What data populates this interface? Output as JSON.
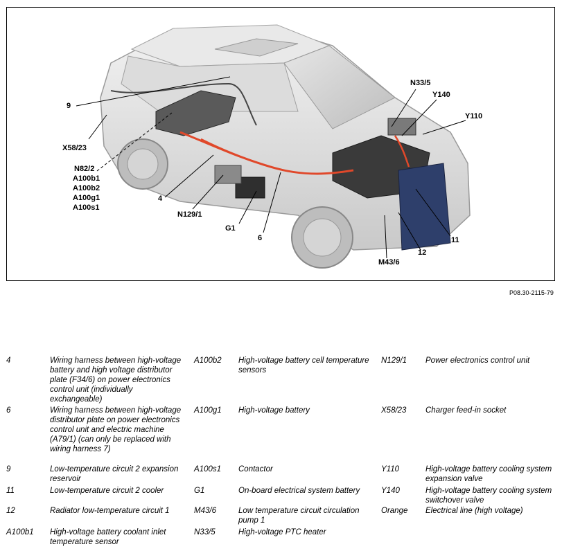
{
  "figure": {
    "reference_code": "P08.30-2115-79",
    "callouts": {
      "c9": "9",
      "cX5823": "X58/23",
      "cN822": "N82/2",
      "cA100b1": "A100b1",
      "cA100b2": "A100b2",
      "cA100g1": "A100g1",
      "cA100s1": "A100s1",
      "c4": "4",
      "cN1291": "N129/1",
      "cG1": "G1",
      "c6": "6",
      "cN335": "N33/5",
      "cY140": "Y140",
      "cY110": "Y110",
      "c11": "11",
      "c12": "12",
      "cM436": "M43/6"
    },
    "colors": {
      "high_voltage_line": "#e0482a",
      "vehicle_body": "#d8d8d8",
      "component_dark": "#3a3a3a",
      "cooler_blue": "#2e3f6b",
      "frame_border": "#000000"
    }
  },
  "legend": {
    "columns": [
      [
        {
          "code": "4",
          "text": "Wiring harness between high-voltage battery and high voltage distributor plate (F34/6) on power electronics control unit (individually exchangeable)"
        },
        {
          "code": "6",
          "text": "Wiring harness between high-voltage distributor plate on power electronics control unit and electric machine (A79/1) (can only be replaced with wiring harness 7)"
        },
        {
          "code": "9",
          "text": "Low-temperature circuit 2 expansion reservoir"
        },
        {
          "code": "11",
          "text": "Low-temperature circuit 2 cooler"
        },
        {
          "code": "12",
          "text": "Radiator low-temperature circuit 1"
        },
        {
          "code": "A100b1",
          "text": "High-voltage battery coolant inlet temperature sensor"
        }
      ],
      [
        {
          "code": "A100b2",
          "text": "High-voltage battery cell temperature sensors"
        },
        {
          "code": "A100g1",
          "text": "High-voltage battery"
        },
        {
          "code": "A100s1",
          "text": "Contactor"
        },
        {
          "code": "G1",
          "text": "On-board electrical system battery"
        },
        {
          "code": "M43/6",
          "text": "Low temperature circuit circulation pump 1"
        },
        {
          "code": "N33/5",
          "text": "High-voltage PTC heater"
        }
      ],
      [
        {
          "code": "N129/1",
          "text": "Power electronics control unit"
        },
        {
          "code": "X58/23",
          "text": "Charger feed-in socket"
        },
        {
          "code": "Y110",
          "text": "High-voltage battery cooling system expansion valve"
        },
        {
          "code": "Y140",
          "text": "High-voltage battery cooling system switchover valve"
        },
        {
          "code": "Orange",
          "text": "Electrical line (high voltage)"
        }
      ]
    ]
  }
}
